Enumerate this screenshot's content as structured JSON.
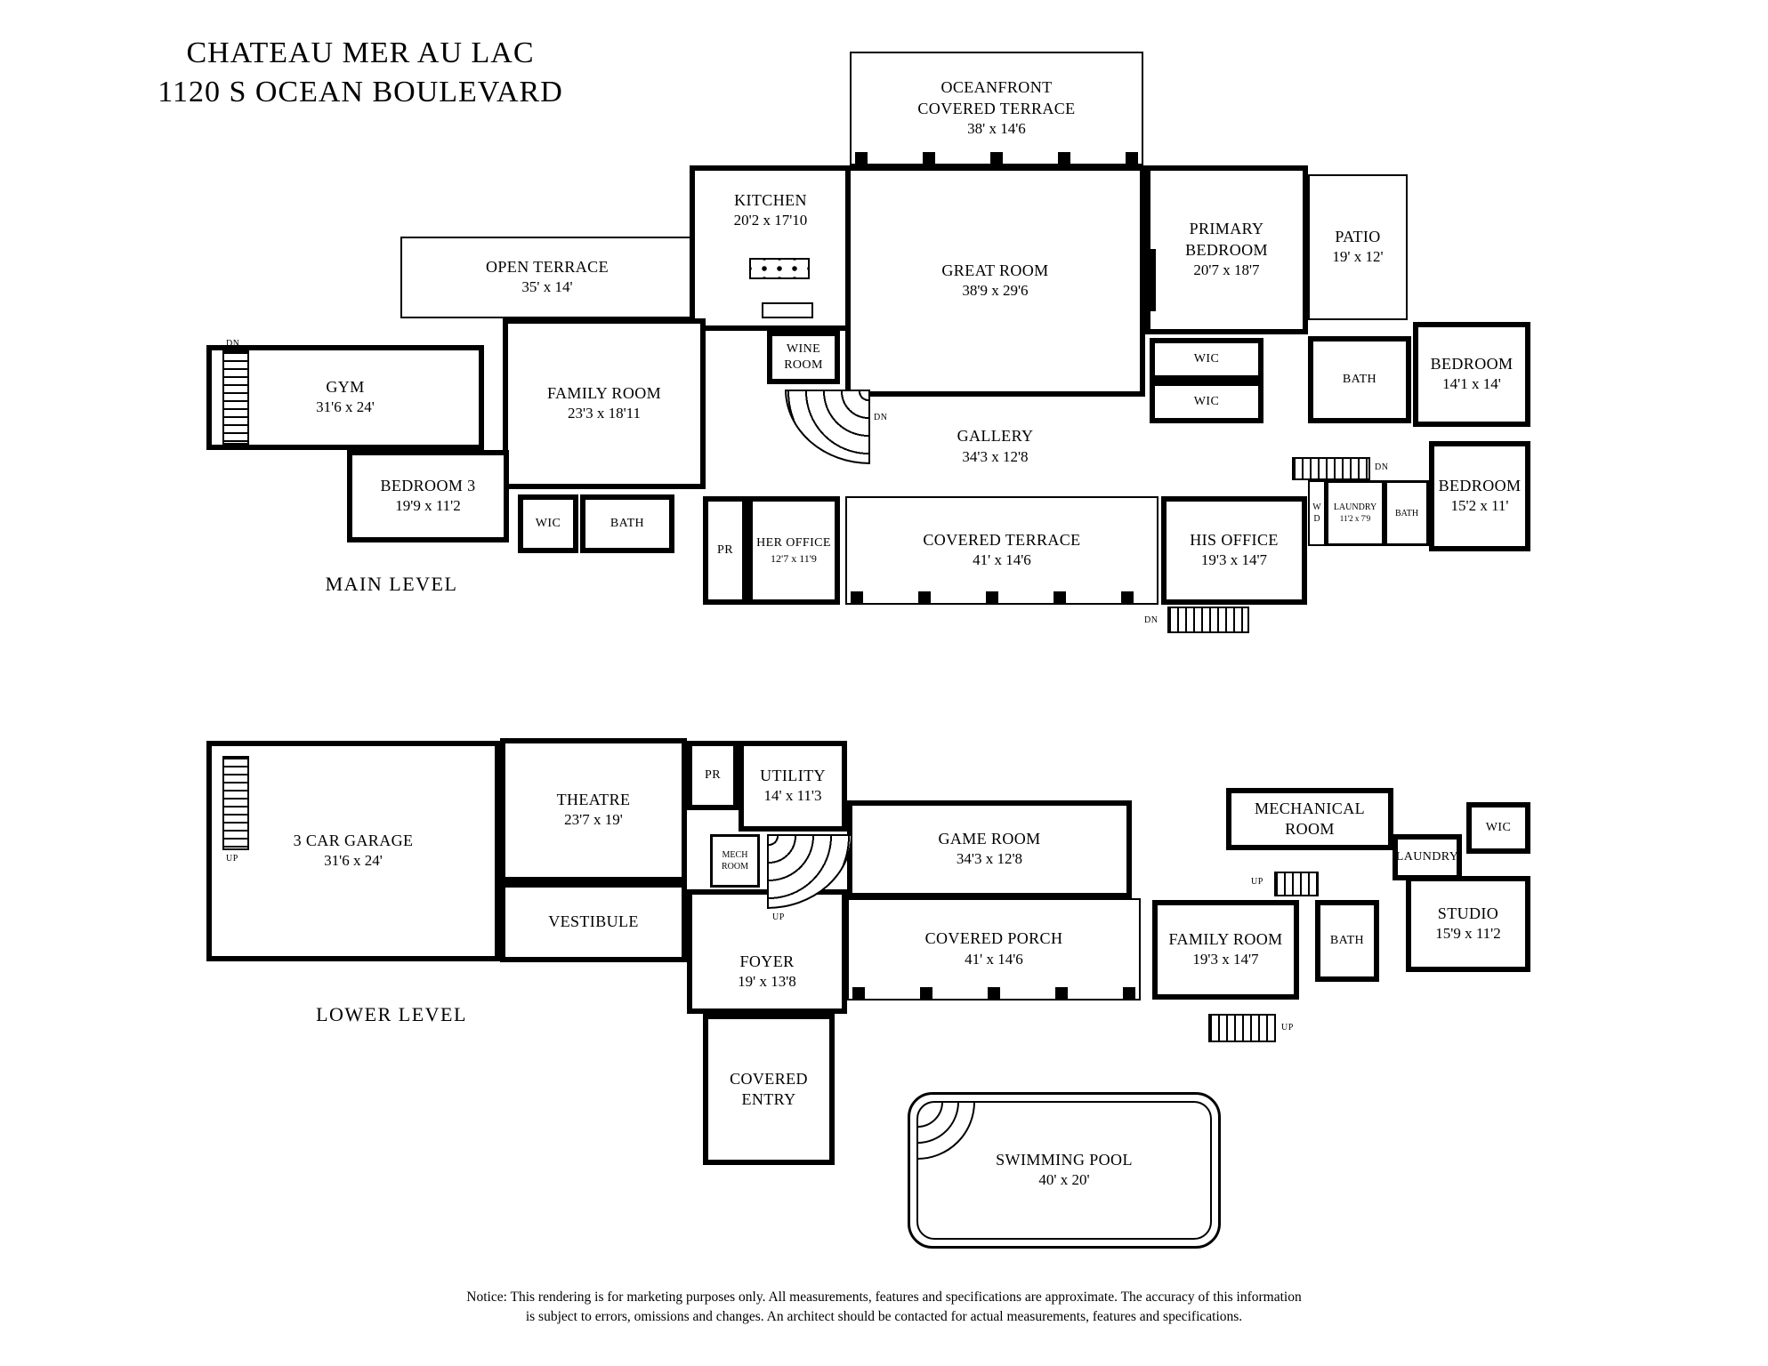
{
  "header": {
    "title_line1": "CHATEAU MER AU LAC",
    "title_line2": "1120 S OCEAN BOULEVARD"
  },
  "main_level": {
    "label": "MAIN LEVEL",
    "rooms": {
      "oceanfront_terrace": {
        "name": "OCEANFRONT\nCOVERED TERRACE",
        "dims": "38' x 14'6"
      },
      "kitchen": {
        "name": "KITCHEN",
        "dims": "20'2 x 17'10"
      },
      "great_room": {
        "name": "GREAT ROOM",
        "dims": "38'9 x 29'6"
      },
      "primary_bedroom": {
        "name": "PRIMARY\nBEDROOM",
        "dims": "20'7 x 18'7"
      },
      "patio": {
        "name": "PATIO",
        "dims": "19' x 12'"
      },
      "open_terrace": {
        "name": "OPEN TERRACE",
        "dims": "35' x 14'"
      },
      "gym": {
        "name": "GYM",
        "dims": "31'6 x 24'"
      },
      "family_room": {
        "name": "FAMILY ROOM",
        "dims": "23'3 x 18'11"
      },
      "wine_room": {
        "name": "WINE\nROOM"
      },
      "gallery": {
        "name": "GALLERY",
        "dims": "34'3 x 12'8"
      },
      "bedroom3": {
        "name": "BEDROOM 3",
        "dims": "19'9 x 11'2"
      },
      "wic_bedroom3": {
        "name": "WIC"
      },
      "bath_hall": {
        "name": "BATH"
      },
      "powder_room": {
        "name": "PR"
      },
      "her_office": {
        "name": "HER OFFICE",
        "dims": "12'7 x 11'9"
      },
      "covered_terrace": {
        "name": "COVERED TERRACE",
        "dims": "41' x 14'6"
      },
      "his_office": {
        "name": "HIS OFFICE",
        "dims": "19'3 x 14'7"
      },
      "wic_primary_a": {
        "name": "WIC"
      },
      "wic_primary_b": {
        "name": "WIC"
      },
      "bath_primary": {
        "name": "BATH"
      },
      "bedroom2": {
        "name": "BEDROOM",
        "dims": "14'1 x 14'"
      },
      "laundry": {
        "name": "LAUNDRY",
        "dims": "11'2 x 7'9"
      },
      "washer_dryer": {
        "name": "W\nD"
      },
      "bath_guest": {
        "name": "BATH"
      },
      "bedroom4": {
        "name": "BEDROOM",
        "dims": "15'2 x 11'"
      }
    }
  },
  "lower_level": {
    "label": "LOWER LEVEL",
    "rooms": {
      "garage": {
        "name": "3 CAR GARAGE",
        "dims": "31'6 x 24'"
      },
      "theatre": {
        "name": "THEATRE",
        "dims": "23'7 x 19'"
      },
      "powder_room": {
        "name": "PR"
      },
      "utility": {
        "name": "UTILITY",
        "dims": "14' x 11'3"
      },
      "mech_room": {
        "name": "MECH\nROOM"
      },
      "game_room": {
        "name": "GAME ROOM",
        "dims": "34'3 x 12'8"
      },
      "mechanical_room": {
        "name": "MECHANICAL\nROOM"
      },
      "laundry": {
        "name": "LAUNDRY"
      },
      "wic": {
        "name": "WIC"
      },
      "vestibule": {
        "name": "VESTIBULE"
      },
      "foyer": {
        "name": "FOYER",
        "dims": "19' x 13'8"
      },
      "covered_porch": {
        "name": "COVERED PORCH",
        "dims": "41' x 14'6"
      },
      "family_room": {
        "name": "FAMILY ROOM",
        "dims": "19'3 x 14'7"
      },
      "bath": {
        "name": "BATH"
      },
      "studio": {
        "name": "STUDIO",
        "dims": "15'9 x 11'2"
      },
      "covered_entry": {
        "name": "COVERED\nENTRY"
      },
      "pool": {
        "name": "SWIMMING POOL",
        "dims": "40' x 20'"
      }
    }
  },
  "stairs": {
    "dn": "DN",
    "up": "UP"
  },
  "notice": {
    "line1": "Notice: This rendering is for marketing purposes only. All measurements, features and specifications are approximate. The accuracy of this information",
    "line2": "is subject to errors, omissions and changes. An architect should be contacted for actual measurements, features and specifications."
  }
}
